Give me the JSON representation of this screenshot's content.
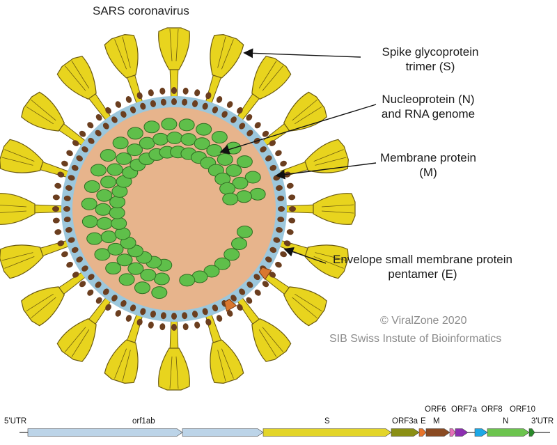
{
  "title": "SARS coronavirus",
  "labels": {
    "spike": [
      "Spike glycoprotein",
      "trimer (S)"
    ],
    "nucleoprotein": [
      "Nucleoprotein (N)",
      "and RNA genome"
    ],
    "membrane": [
      "Membrane protein",
      "(M)"
    ],
    "envelope": [
      "Envelope small membrane protein",
      "pentamer (E)"
    ]
  },
  "credit": {
    "line1": "© ViralZone 2020",
    "line2": "SIB Swiss Instute of Bioinformatics"
  },
  "colors": {
    "spike": "#e8d41e",
    "spike_stroke": "#6b5a10",
    "nucleo": "#5fbf4a",
    "nucleo_stroke": "#2f6d22",
    "core": "#e7b48c",
    "lipid_head": "#6b3e1f",
    "lipid_tail": "#9cc7dc",
    "envelope": "#d9772f",
    "orf1ab": "#bcd4e8",
    "s_gene": "#e3d529",
    "orf3a": "#8a8f14",
    "e_gene": "#e8742a",
    "m_gene": "#8a4a22",
    "orf6": "#e46fb7",
    "orf7a": "#8c2fb0",
    "orf8": "#1da8e6",
    "n_gene": "#6cc44e",
    "orf10": "#2a8a2a"
  },
  "genome": {
    "left": "5'UTR",
    "right": "3'UTR",
    "genes": [
      {
        "name": "orf1ab"
      },
      {
        "name": "S"
      },
      {
        "name": "ORF3a"
      },
      {
        "name": "E"
      },
      {
        "name": "M"
      },
      {
        "name": "ORF6"
      },
      {
        "name": "ORF7a"
      },
      {
        "name": "ORF8"
      },
      {
        "name": "N"
      },
      {
        "name": "ORF10"
      }
    ]
  }
}
